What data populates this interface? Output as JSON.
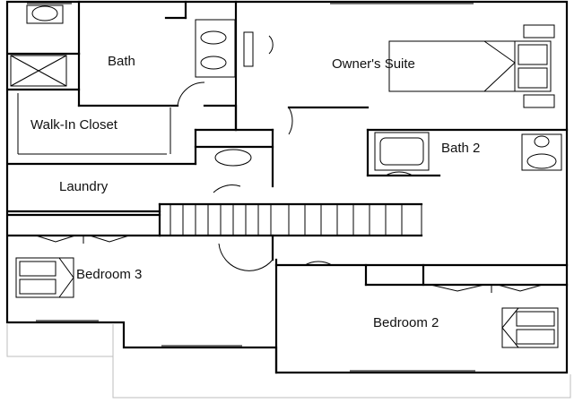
{
  "rooms": {
    "bath": "Bath",
    "owners_suite": "Owner's Suite",
    "walk_in_closet": "Walk-In Closet",
    "bath_2": "Bath 2",
    "laundry": "Laundry",
    "bedroom_3": "Bedroom 3",
    "bedroom_2": "Bedroom 2"
  },
  "colors": {
    "wall": "#000000",
    "background": "#ffffff",
    "porch_outline": "#bdbdbd"
  }
}
